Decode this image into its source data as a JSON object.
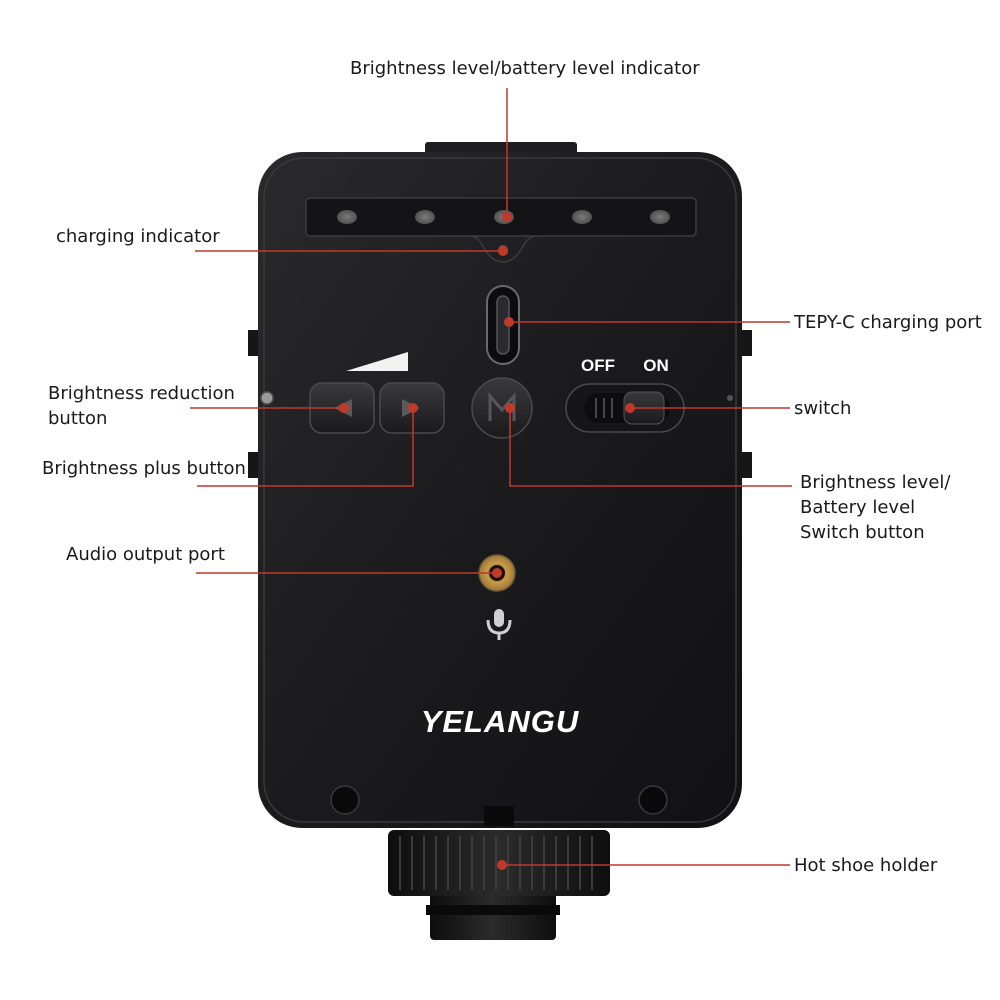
{
  "brand": "YELANGU",
  "switch_labels": {
    "off": "OFF",
    "on": "ON"
  },
  "colors": {
    "leader_line": "#c0392b",
    "device_body": "#1c1c1e",
    "background": "#ffffff"
  },
  "icons": {
    "brightness": "brightness-wedge-icon",
    "reduce": "triangle-left-icon",
    "plus": "triangle-right-icon",
    "mode": "letter-m-icon",
    "microphone": "microphone-icon"
  },
  "callouts": {
    "brightness_indicator": {
      "text": "Brightness level/battery level indicator"
    },
    "charging_indicator": {
      "text": "charging indicator"
    },
    "typec_port": {
      "text": "TEPY-C charging port"
    },
    "brightness_reduction": {
      "line1": "Brightness reduction",
      "line2": "button"
    },
    "switch": {
      "text": "switch"
    },
    "brightness_plus": {
      "text": "Brightness plus button"
    },
    "mode_switch": {
      "line1": "Brightness level/",
      "line2": "Battery level",
      "line3": "Switch button"
    },
    "audio_output": {
      "text": "Audio output port"
    },
    "hot_shoe": {
      "text": "Hot shoe holder"
    }
  }
}
